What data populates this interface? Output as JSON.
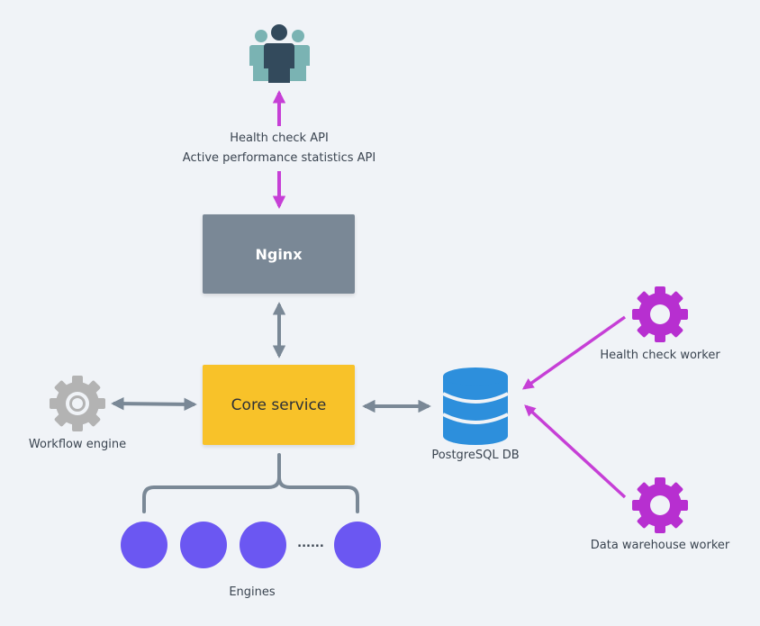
{
  "api_label": {
    "line1": "Health check API",
    "line2": "Active performance statistics API"
  },
  "nodes": {
    "nginx": "Nginx",
    "core_service": "Core service",
    "workflow_engine": "Workflow engine",
    "postgres_db": "PostgreSQL DB",
    "health_check_worker": "Health check worker",
    "data_warehouse_worker": "Data warehouse worker",
    "engines": "Engines",
    "engines_ellipsis": "......"
  },
  "icons": {
    "users": "users-group-icon",
    "workflow": "gear-icon",
    "database": "database-icon",
    "worker": "gear-icon"
  },
  "colors": {
    "background": "#f0f3f7",
    "nginx_box": "#7a8896",
    "core_box": "#f8c229",
    "gray_arrow": "#7a8896",
    "magenta_arrow": "#c63fd6",
    "engine_circle": "#6b57f2",
    "database": "#2d8fdc",
    "worker_gear": "#b72fd0",
    "workflow_gear": "#b3b3b3",
    "users_front": "#334a5c",
    "users_back": "#7ab3b3"
  }
}
